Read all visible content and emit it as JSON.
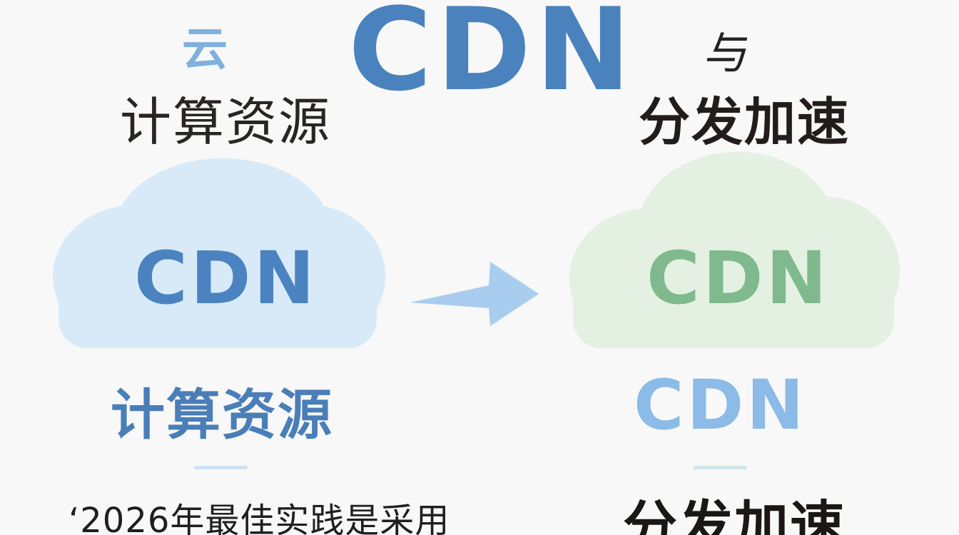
{
  "header": {
    "yun": "云",
    "cdn": "CDN",
    "yu": "与",
    "left_title": "计算资源",
    "right_title": "分发加速"
  },
  "clouds": {
    "left_label": "CDN",
    "right_label": "CDN"
  },
  "bottom": {
    "left_sub": "计算资源",
    "right_cdn": "CDN",
    "quote": "‘2026年最佳实践是采用",
    "right_foot": "分发加速"
  },
  "colors": {
    "accent_blue": "#4a82bd",
    "light_blue": "#8bbbe6",
    "cloud_blue": "#d8eaf8",
    "cloud_green": "#e3f0e2",
    "green_text": "#7fb98d"
  },
  "icons": [
    "cloud-icon",
    "arrow-right-icon"
  ]
}
